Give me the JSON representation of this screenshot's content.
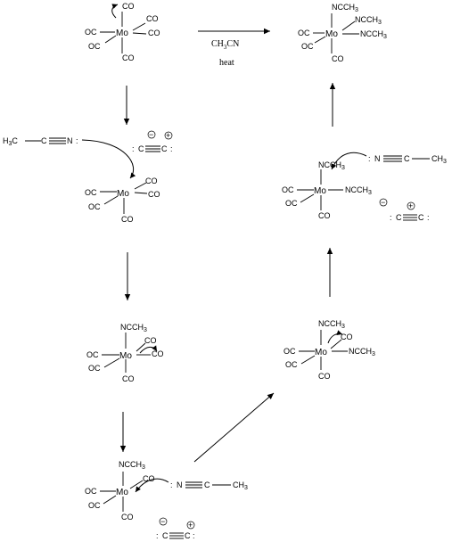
{
  "labels": {
    "mo": "Mo",
    "co": "CO",
    "oc": "OC",
    "ncch3": "NCCH",
    "ncch3_sub": "3",
    "h3c": "H",
    "h3c_sub": "3",
    "h3c_c": "C",
    "c": "C",
    "n": "N",
    "ch3": "CH",
    "ch3_sub": "3",
    "colon": ":",
    "minus": "−",
    "plus": "+"
  },
  "conditions": {
    "solvent_main": "CH",
    "solvent_sub": "3",
    "solvent_tail": "CN",
    "heat": "heat"
  }
}
